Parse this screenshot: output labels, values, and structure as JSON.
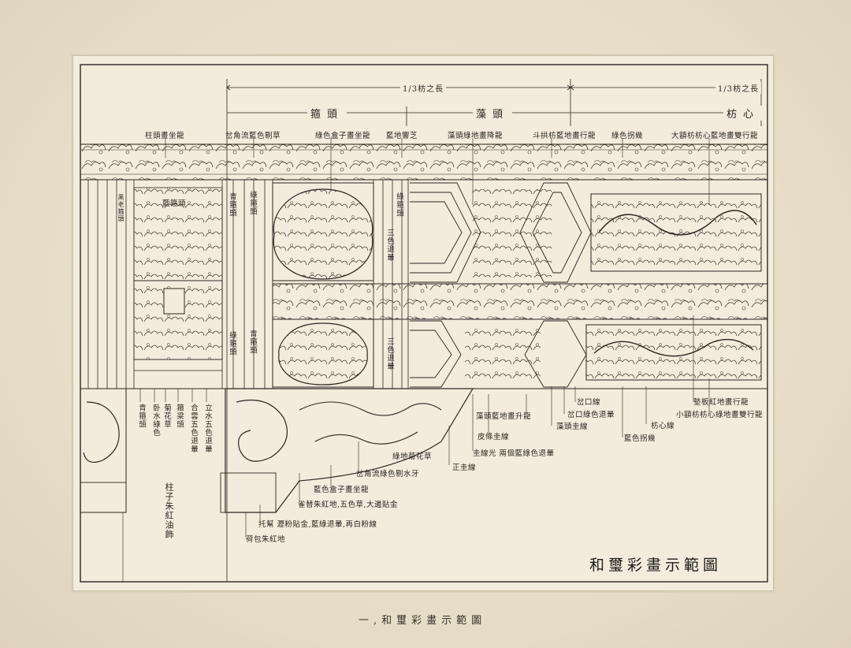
{
  "dimensions": {
    "left_span": "1/3枋之長",
    "right_span": "1/3枋之長"
  },
  "zones": {
    "gutou": "箍頭",
    "zaotou": "藻頭",
    "fangxin": "枋心"
  },
  "top_labels": [
    "柱頭畫坐龍",
    "岔角流藍色剔草",
    "綠色盒子畫坐龍",
    "藍地響芝",
    "藻頭綠地畫降龍",
    "斗拱枋藍地畫行龍",
    "綠色拐幾",
    "大額枋枋心藍地畫雙行龍"
  ],
  "inner_labels": [
    "藍箍頭",
    "青箍頭",
    "綠箍頭",
    "綠箍頭",
    "三色退暈",
    "青箍頭",
    "綠箍頭",
    "三色退暈",
    "黑老箍頭"
  ],
  "left_vertical_labels": [
    "青箍頭",
    "卧水綠色",
    "菊花草",
    "箍梁頭",
    "合雲五色退暈",
    "立水五色退暈"
  ],
  "column_label": "柱子朱紅油飾",
  "bottom_labels": [
    "藻頭藍地畫升龍",
    "皮條圭線",
    "圭線光 兩個藍綠色退暈",
    "綠地菊花草",
    "正圭線",
    "岔角流綠色剔水牙",
    "藍色盒子畫坐龍",
    "雀替朱紅地,五色草,大邊貼金",
    "托幫 瀝粉貼金,藍綠退暈,再白粉線",
    "荷包朱紅地",
    "岔口線",
    "岔口綠色退暈",
    "藻頭圭線",
    "藍色拐幾",
    "枋心線",
    "墊板紅地畫行龍",
    "小額枋枋心綠地畫雙行龍"
  ],
  "title": "和璽彩畫示範圖",
  "caption": "一,和璽彩畫示範圖",
  "colors": {
    "paper": "#f3ecdc",
    "ink": "#2a2622",
    "mat": "#e9e0cc"
  }
}
